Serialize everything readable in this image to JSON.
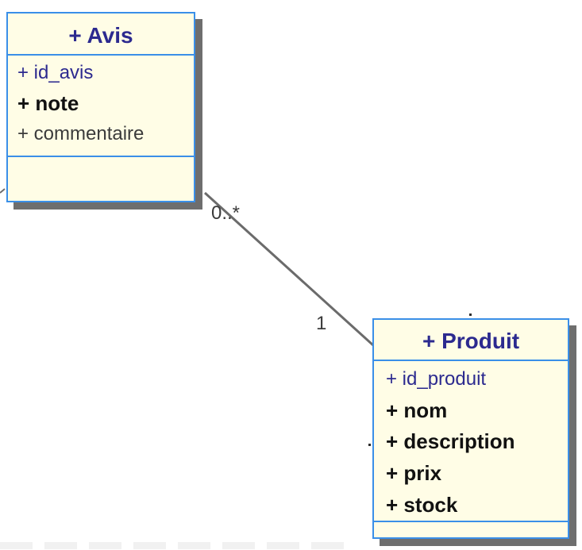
{
  "diagram": {
    "classes": [
      {
        "id": "avis",
        "title": "+ Avis",
        "attributes": [
          {
            "text": "+ id_avis",
            "style": "key"
          },
          {
            "text": "+ note",
            "style": "bold"
          },
          {
            "text": "+ commentaire",
            "style": "plain"
          }
        ]
      },
      {
        "id": "produit",
        "title": "+ Produit",
        "attributes": [
          {
            "text": "+ id_produit",
            "style": "key"
          },
          {
            "text": "+ nom",
            "style": "bold"
          },
          {
            "text": "+ description",
            "style": "bold"
          },
          {
            "text": "+ prix",
            "style": "bold"
          },
          {
            "text": "+ stock",
            "style": "bold"
          }
        ]
      }
    ],
    "association": {
      "from_multiplicity": "0..*",
      "to_multiplicity": "1"
    }
  },
  "colors": {
    "border": "#3a8fe8",
    "fill": "#fffde6",
    "title": "#2c2a8f",
    "shadow": "#6e6e6e",
    "line": "#6b6b6b"
  }
}
